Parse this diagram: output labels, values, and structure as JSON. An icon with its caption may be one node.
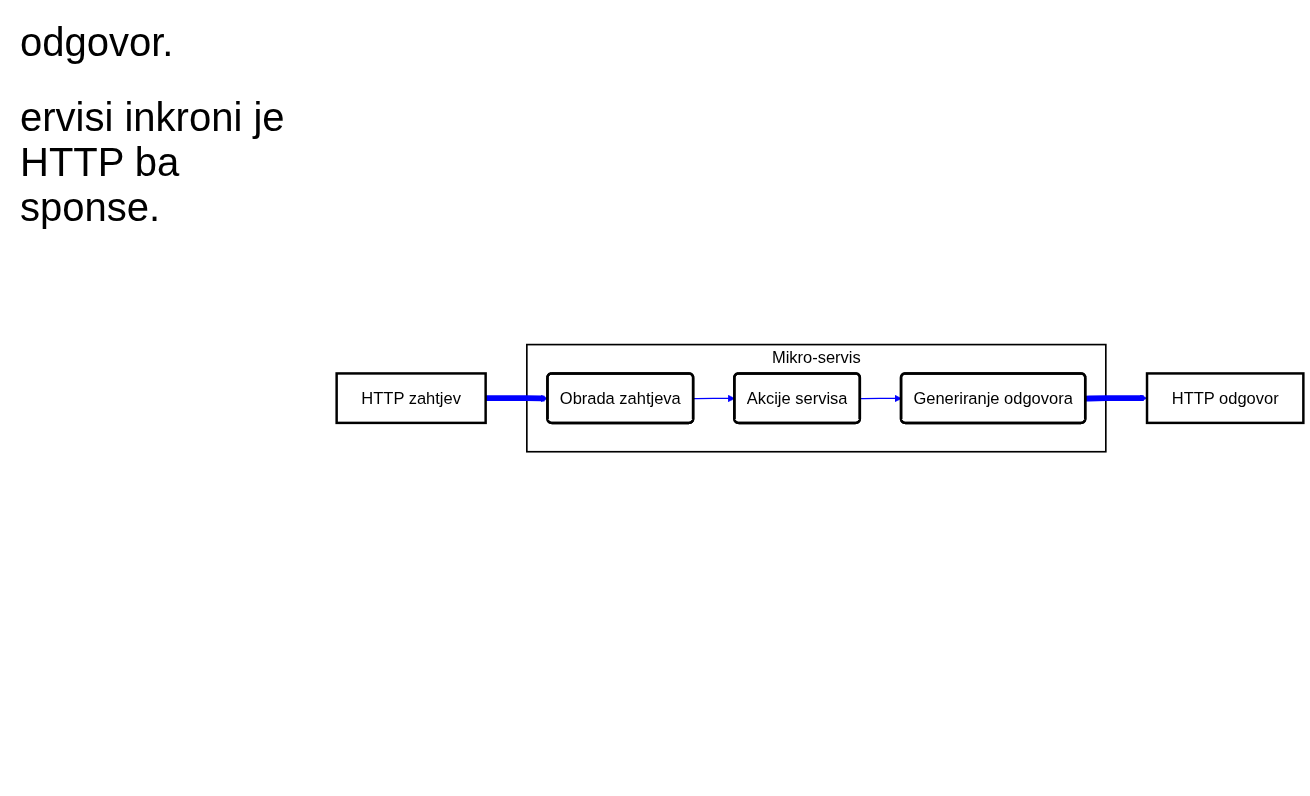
{
  "diagram": {
    "nodes": [
      {
        "text": [
          "HTTP zahtjev"
        ]
      },
      {
        "text": [
          "Mikro-servis"
        ]
      },
      {
        "text": [
          "Obrada zahtjeva"
        ],
        "in": 1
      },
      {
        "text": [
          "Akcije servisa"
        ],
        "in": 1
      },
      {
        "text": [
          "Generiranje odgovora"
        ],
        "in": 1
      },
      {
        "text": [
          "HTTP odgovor"
        ]
      }
    ],
    "edges": [
      {
        "from": 0,
        "to": 2,
        "arrow": "to",
        "style": "thick",
        "color": "#0000ff"
      },
      {
        "from": 2,
        "to": 3,
        "arrow": "to",
        "color": "#0000ff"
      },
      {
        "from": 3,
        "to": 4,
        "arrow": "to",
        "color": "#0000ff"
      },
      {
        "from": 4,
        "to": 5,
        "arrow": "to",
        "style": "thick",
        "color": "#0000ff"
      }
    ],
    "labels": [
      "odgovor.",
      "ervisi inkroni je HTTP ba sponse."
    ]
  }
}
